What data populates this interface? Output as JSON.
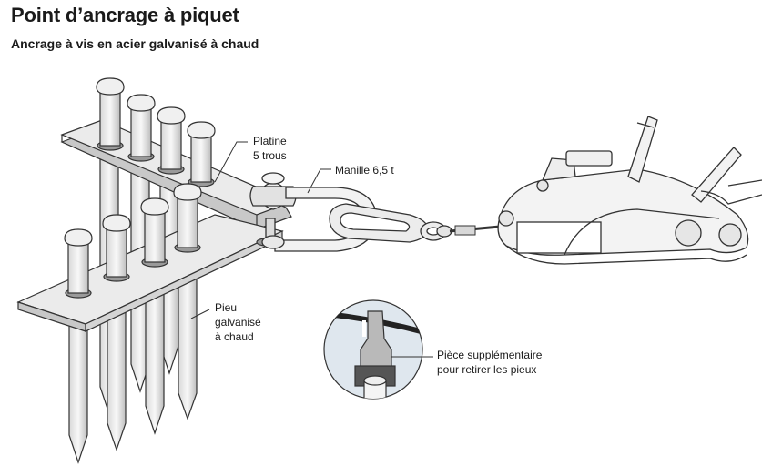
{
  "header": {
    "title": "Point d’ancrage à piquet",
    "subtitle": "Ancrage à vis en acier galvanisé à chaud"
  },
  "labels": {
    "platine": [
      "Platine",
      "5 trous"
    ],
    "manille": "Manille 6,5 t",
    "pieu": [
      "Pieu",
      "galvanisé",
      "à chaud"
    ],
    "piece": [
      "Pièce supplémentaire",
      "pour retirer les pieux"
    ]
  },
  "colors": {
    "plate": "#e8e8e8",
    "stroke": "#333333",
    "shadow": "#c4c4c4",
    "pin_fill": "#f2f2f2",
    "callout_fill": "#dde5ec"
  }
}
